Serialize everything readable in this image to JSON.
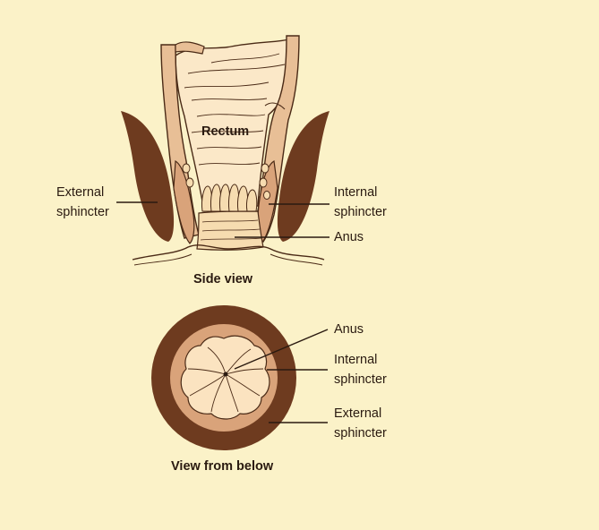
{
  "side_view": {
    "caption": "Side view",
    "labels": {
      "rectum": "Rectum",
      "external_sphincter": [
        "External",
        "sphincter"
      ],
      "internal_sphincter": [
        "Internal",
        "sphincter"
      ],
      "anus": "Anus"
    }
  },
  "below_view": {
    "caption": "View from below",
    "labels": {
      "anus": "Anus",
      "internal_sphincter": [
        "Internal",
        "sphincter"
      ],
      "external_sphincter": [
        "External",
        "sphincter"
      ]
    }
  },
  "colors": {
    "background": "#fbf2c8",
    "external_muscle": "#6e3b1f",
    "internal_muscle": "#d9a37a",
    "wall": "#e8bf96",
    "lumen": "#fbe8c8",
    "outline": "#4a2a16"
  }
}
